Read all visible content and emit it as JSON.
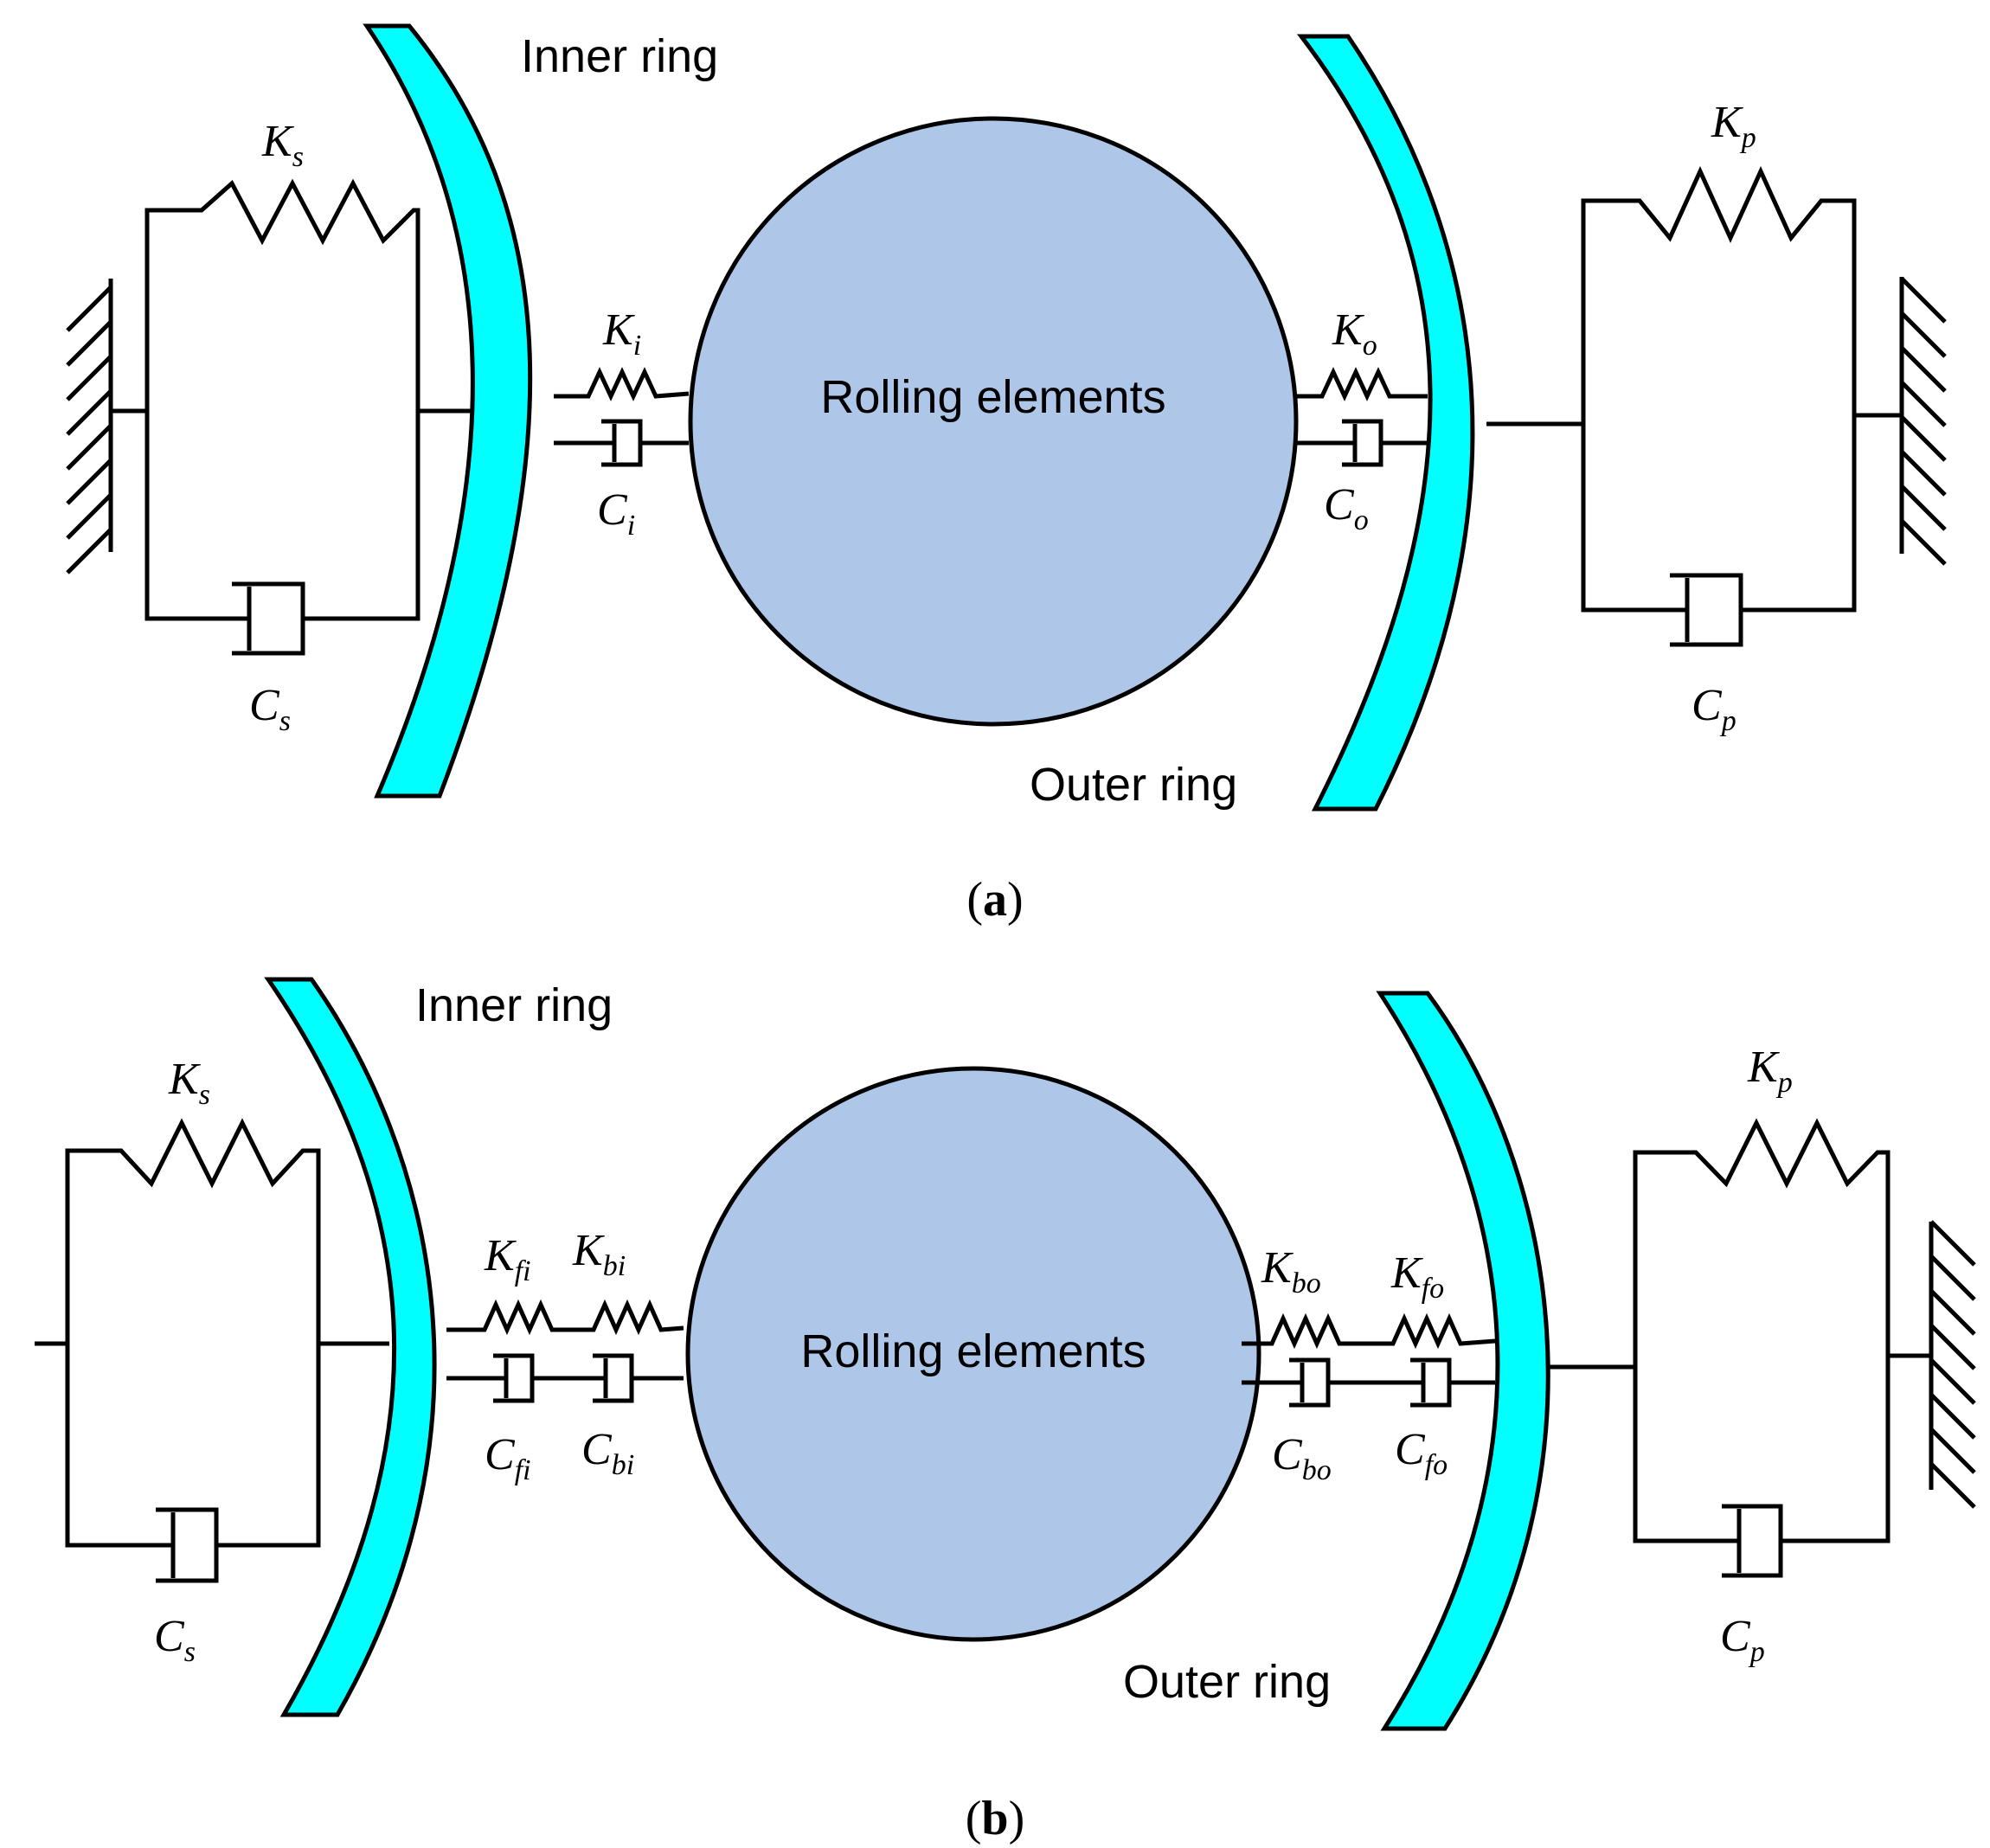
{
  "colors": {
    "ring": "#00ffff",
    "ball": "#aec6e8",
    "line": "#000000"
  },
  "panel_a": {
    "caption": {
      "open": "(",
      "letter": "a",
      "close": ")"
    },
    "inner_ring": "Inner ring",
    "outer_ring": "Outer ring",
    "rolling": "Rolling elements",
    "Ks": {
      "main": "K",
      "sub": "s"
    },
    "Cs": {
      "main": "C",
      "sub": "s"
    },
    "Ki": {
      "main": "K",
      "sub": "i"
    },
    "Ci": {
      "main": "C",
      "sub": "i"
    },
    "Ko": {
      "main": "K",
      "sub": "o"
    },
    "Co": {
      "main": "C",
      "sub": "o"
    },
    "Kp": {
      "main": "K",
      "sub": "p"
    },
    "Cp": {
      "main": "C",
      "sub": "p"
    }
  },
  "panel_b": {
    "caption": {
      "open": "(",
      "letter": "b",
      "close": ")"
    },
    "inner_ring": "Inner ring",
    "outer_ring": "Outer ring",
    "rolling": "Rolling elements",
    "Ks": {
      "main": "K",
      "sub": "s"
    },
    "Cs": {
      "main": "C",
      "sub": "s"
    },
    "Kfi": {
      "main": "K",
      "sub": "fi"
    },
    "Kbi": {
      "main": "K",
      "sub": "bi"
    },
    "Cfi": {
      "main": "C",
      "sub": "fi"
    },
    "Cbi": {
      "main": "C",
      "sub": "bi"
    },
    "Kbo": {
      "main": "K",
      "sub": "bo"
    },
    "Kfo": {
      "main": "K",
      "sub": "fo"
    },
    "Cbo": {
      "main": "C",
      "sub": "bo"
    },
    "Cfo": {
      "main": "C",
      "sub": "fo"
    },
    "Kp": {
      "main": "K",
      "sub": "p"
    },
    "Cp": {
      "main": "C",
      "sub": "p"
    }
  }
}
